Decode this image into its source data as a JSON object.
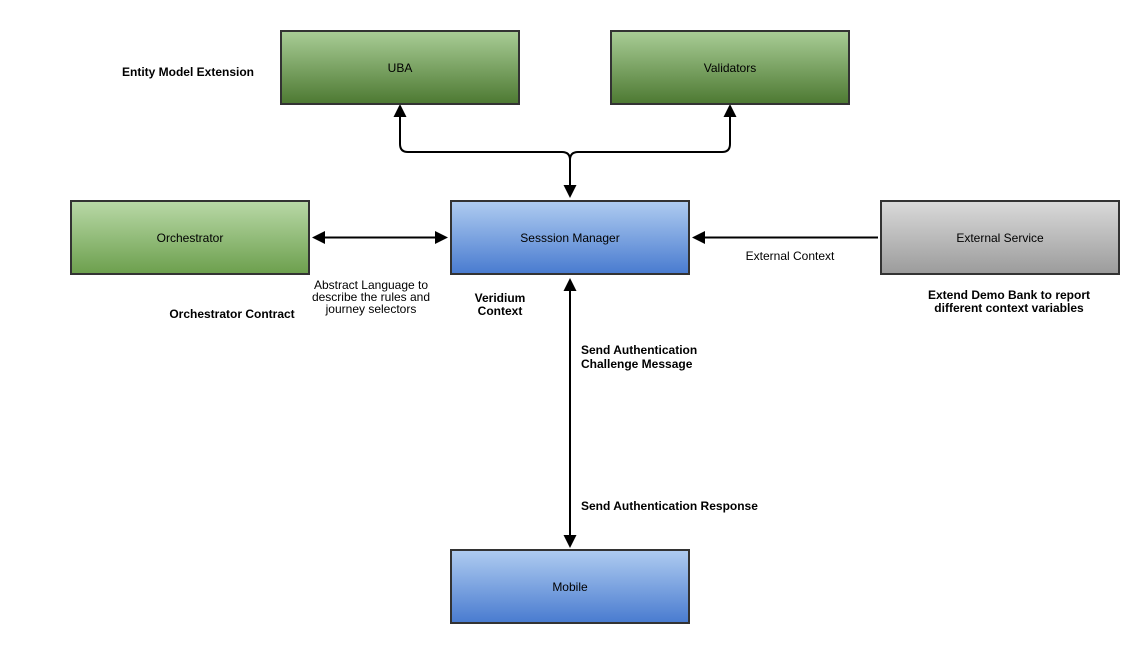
{
  "nodes": {
    "uba": {
      "label": "UBA"
    },
    "validators": {
      "label": "Validators"
    },
    "orchestrator": {
      "label": "Orchestrator"
    },
    "session_manager": {
      "label": "Sesssion Manager"
    },
    "external_service": {
      "label": "External Service"
    },
    "mobile": {
      "label": "Mobile"
    }
  },
  "annotations": {
    "entity_model_extension": {
      "text": "Entity Model Extension"
    },
    "orchestrator_contract": {
      "text": "Orchestrator Contract"
    },
    "abstract_language": {
      "lines": [
        "Abstract Language to",
        "describe the rules and",
        "journey selectors"
      ]
    },
    "veridium_context": {
      "lines": [
        "Veridium",
        "Context"
      ]
    },
    "external_context": {
      "text": "External Context"
    },
    "extend_demo_bank": {
      "lines": [
        "Extend Demo Bank to report",
        "different context variables"
      ]
    },
    "send_auth_challenge": {
      "lines": [
        "Send Authentication",
        "Challenge Message"
      ]
    },
    "send_auth_response": {
      "text": "Send Authentication Response"
    }
  },
  "colors": {
    "background": "#ffffff",
    "arrow": "#000000",
    "node_border": "#333333",
    "green_gradient_top": "#a8cc95",
    "green_gradient_bottom": "#4e7a33",
    "light_green_gradient_top": "#b8d8a6",
    "light_green_gradient_bottom": "#6da04e",
    "blue_gradient_top": "#aecbf0",
    "blue_gradient_bottom": "#4a7cd0",
    "gray_gradient_top": "#d9d9d9",
    "gray_gradient_bottom": "#9c9c9c"
  }
}
